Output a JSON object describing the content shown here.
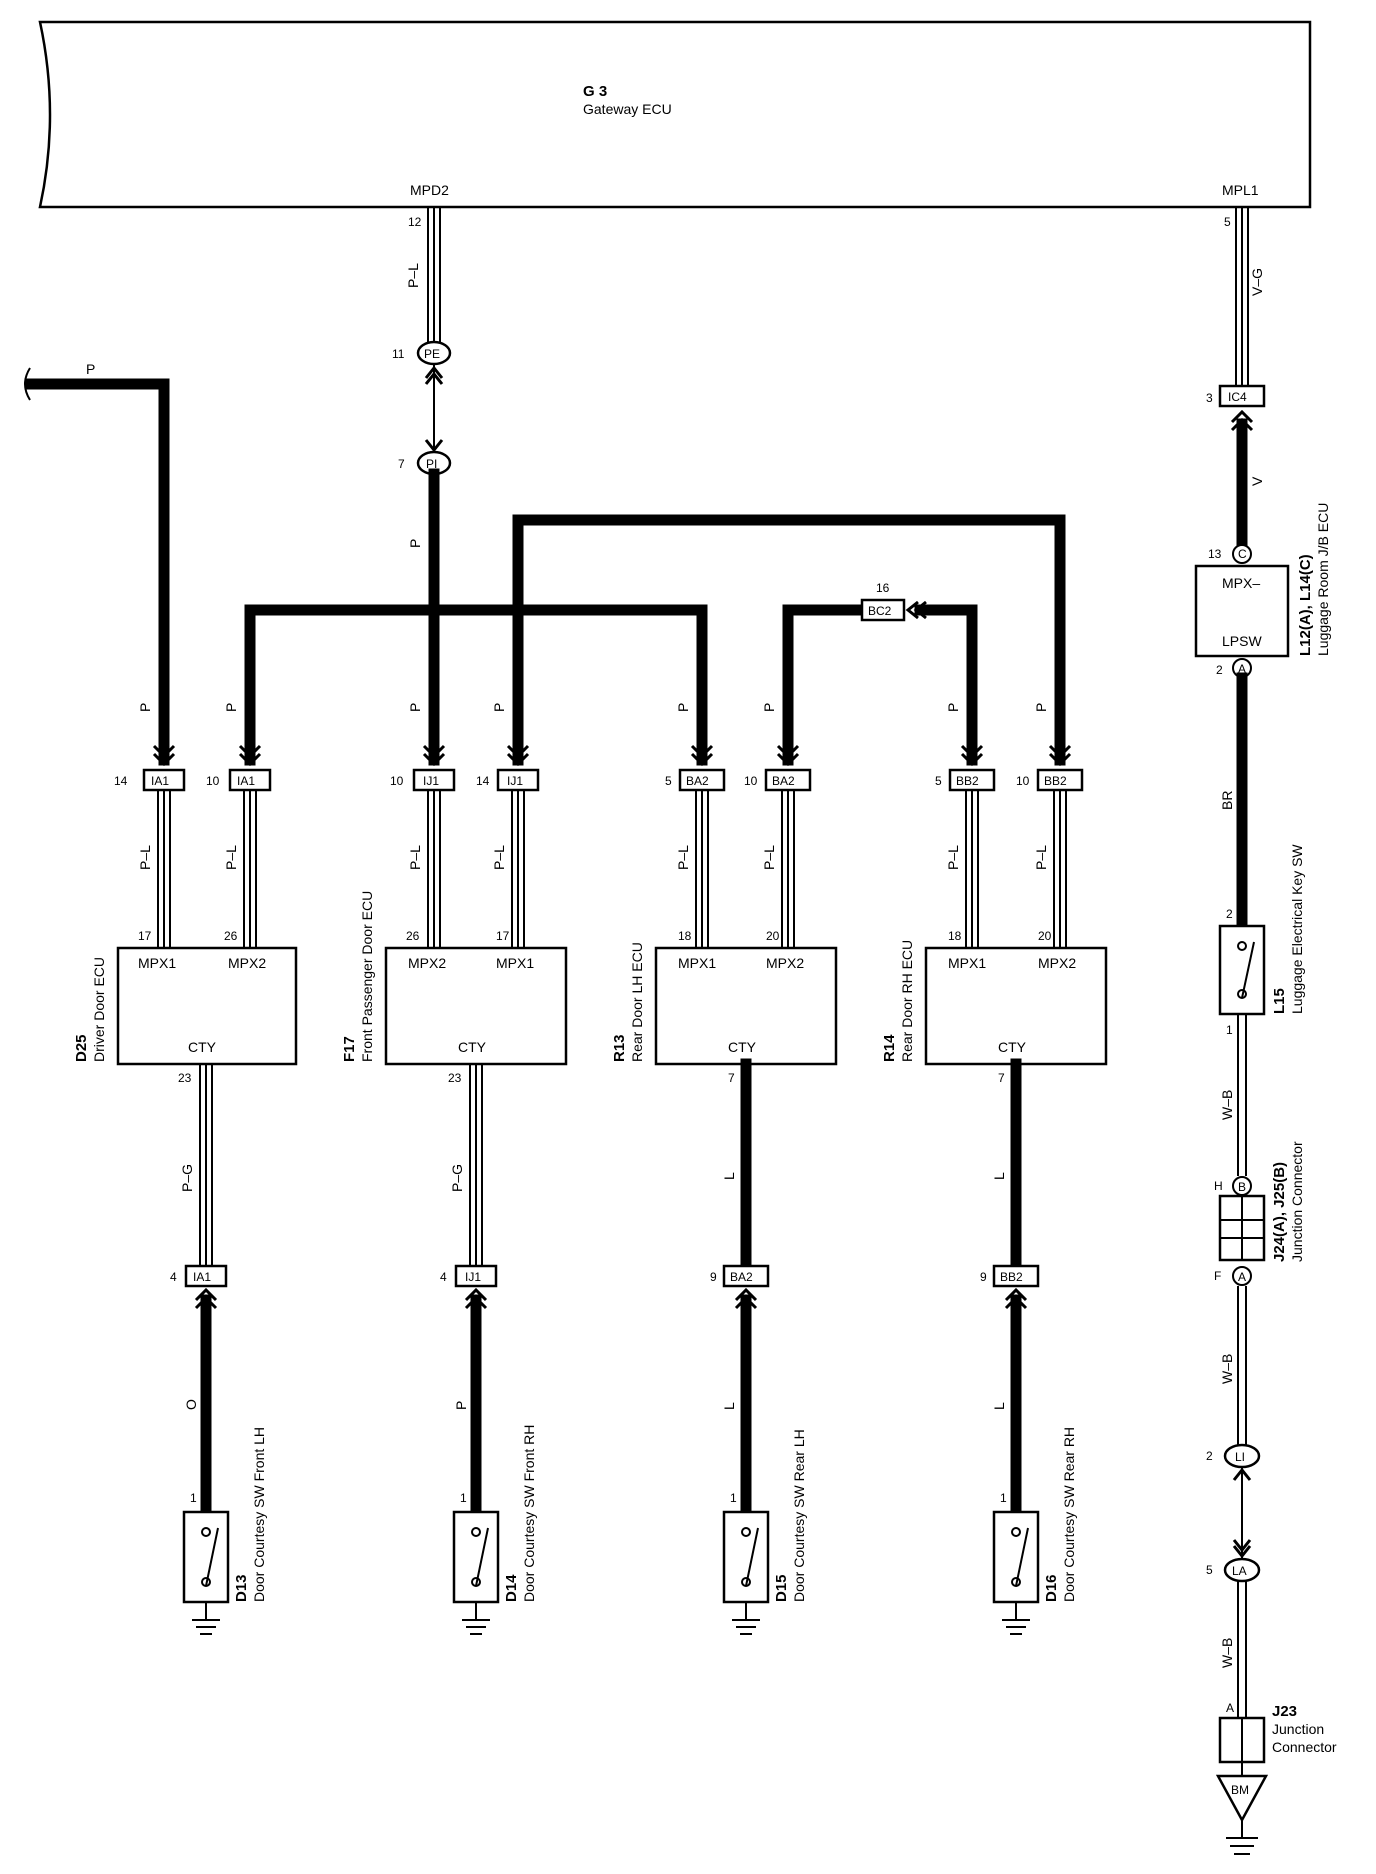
{
  "gateway": {
    "code": "G 3",
    "name": "Gateway ECU",
    "pin_left": "MPD2",
    "pin_right": "MPL1"
  },
  "wires": {
    "mpd2_num": "12",
    "mpd2_color": "P–L",
    "pe": {
      "num": "11",
      "label": "PE"
    },
    "pi": {
      "num": "7",
      "label": "PI"
    },
    "pi_color": "P",
    "left_p": "P",
    "mpl1_num": "5",
    "mpl1_color": "V–G",
    "ic4": {
      "num": "3",
      "label": "IC4"
    },
    "ic4_color": "V",
    "bc2": {
      "num": "16",
      "label": "BC2"
    },
    "drop_p": "P",
    "drop_pl": "P–L",
    "lower_d25": "P–G",
    "lower_f17": "P–G",
    "lower_r13": "L",
    "lower_r14": "L",
    "sw_d13": "O",
    "sw_d14": "P",
    "sw_d15": "L",
    "sw_d16": "L",
    "br": "BR",
    "wb": "W–B"
  },
  "drops": [
    {
      "num": "14",
      "conn": "IA1",
      "pin": "17"
    },
    {
      "num": "10",
      "conn": "IA1",
      "pin": "26"
    },
    {
      "num": "10",
      "conn": "IJ1",
      "pin": "26"
    },
    {
      "num": "14",
      "conn": "IJ1",
      "pin": "17"
    },
    {
      "num": "5",
      "conn": "BA2",
      "pin": "18"
    },
    {
      "num": "10",
      "conn": "BA2",
      "pin": "20"
    },
    {
      "num": "5",
      "conn": "BB2",
      "pin": "18"
    },
    {
      "num": "10",
      "conn": "BB2",
      "pin": "20"
    }
  ],
  "ecus": [
    {
      "code": "D25",
      "name": "Driver Door ECU",
      "left_pin": "MPX1",
      "right_pin": "MPX2",
      "bottom": "CTY",
      "out_num": "23"
    },
    {
      "code": "F17",
      "name": "Front Passenger Door ECU",
      "left_pin": "MPX2",
      "right_pin": "MPX1",
      "bottom": "CTY",
      "out_num": "23"
    },
    {
      "code": "R13",
      "name": "Rear Door LH ECU",
      "left_pin": "MPX1",
      "right_pin": "MPX2",
      "bottom": "CTY",
      "out_num": "7"
    },
    {
      "code": "R14",
      "name": "Rear Door RH ECU",
      "left_pin": "MPX1",
      "right_pin": "MPX2",
      "bottom": "CTY",
      "out_num": "7"
    }
  ],
  "lower_conns": [
    {
      "num": "4",
      "conn": "IA1"
    },
    {
      "num": "4",
      "conn": "IJ1"
    },
    {
      "num": "9",
      "conn": "BA2"
    },
    {
      "num": "9",
      "conn": "BB2"
    }
  ],
  "switches": [
    {
      "code": "D13",
      "name": "Door Courtesy SW Front LH",
      "pin": "1"
    },
    {
      "code": "D14",
      "name": "Door Courtesy SW Front RH",
      "pin": "1"
    },
    {
      "code": "D15",
      "name": "Door Courtesy SW Rear LH",
      "pin": "1"
    },
    {
      "code": "D16",
      "name": "Door Courtesy SW Rear RH",
      "pin": "1"
    }
  ],
  "luggage_ecu": {
    "code": "L12(A), L14(C)",
    "name": "Luggage Room J/B ECU",
    "top_pin": "MPX–",
    "bottom_pin": "LPSW",
    "top_num": "13",
    "top_tag": "C",
    "bottom_num": "2",
    "bottom_tag": "A"
  },
  "key_sw": {
    "code": "L15",
    "name": "Luggage Electrical Key SW",
    "top_num": "2",
    "bottom_num": "1"
  },
  "jc24": {
    "code": "J24(A), J25(B)",
    "name": "Junction Connector",
    "top_letter": "H",
    "top_tag": "B",
    "bottom_letter": "F",
    "bottom_tag": "A"
  },
  "li": {
    "num": "2",
    "label": "LI"
  },
  "la": {
    "num": "5",
    "label": "LA"
  },
  "j23": {
    "code": "J23",
    "name1": "Junction",
    "name2": "Connector",
    "pin": "A"
  },
  "bm": {
    "label": "BM"
  }
}
